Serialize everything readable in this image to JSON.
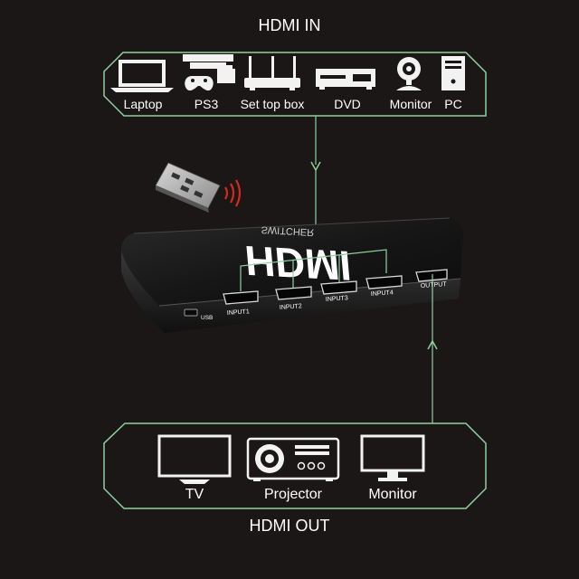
{
  "diagram": {
    "title_in": "HDMI IN",
    "title_out": "HDMI OUT",
    "sources": [
      {
        "label": "Laptop",
        "icon": "laptop-icon"
      },
      {
        "label": "PS3",
        "icon": "game-console-icon"
      },
      {
        "label": "Set top box",
        "icon": "set-top-box-icon"
      },
      {
        "label": "DVD",
        "icon": "dvd-player-icon"
      },
      {
        "label": "Monitor",
        "icon": "webcam-icon"
      },
      {
        "label": "PC",
        "icon": "pc-tower-icon"
      }
    ],
    "outputs": [
      {
        "label": "TV",
        "icon": "tv-icon"
      },
      {
        "label": "Projector",
        "icon": "projector-icon"
      },
      {
        "label": "Monitor",
        "icon": "monitor-icon"
      }
    ],
    "device": {
      "logo": "HDMI",
      "brand": "SWITCHER",
      "ports": [
        "USB",
        "INPUT1",
        "INPUT2",
        "INPUT3",
        "INPUT4",
        "OUTPUT"
      ]
    },
    "colors": {
      "background": "#1b1716",
      "connector": "#8fd19e",
      "text": "#ffffff",
      "signal": "#d42a1e"
    }
  }
}
